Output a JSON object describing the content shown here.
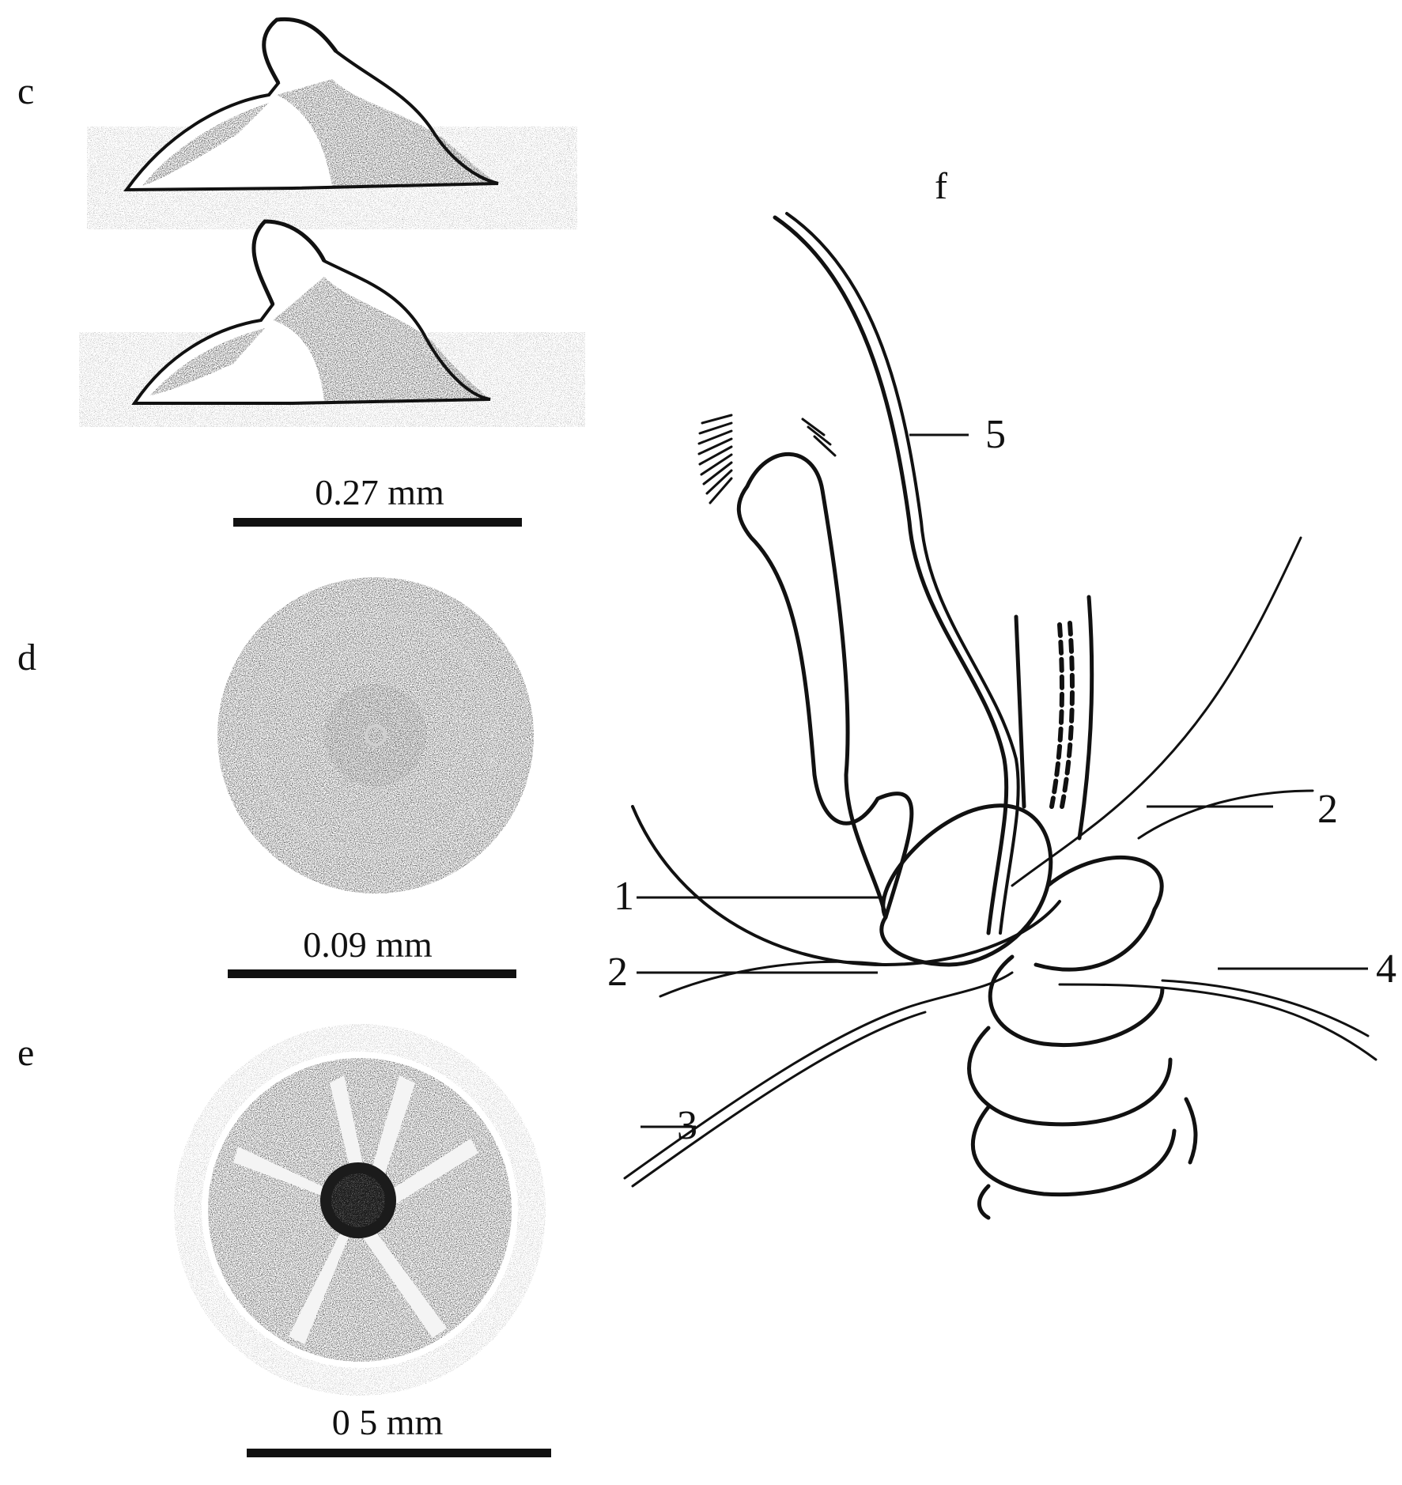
{
  "panels": {
    "c": {
      "letter": "c",
      "scale": "0.27 mm"
    },
    "d": {
      "letter": "d",
      "scale": "0.09 mm"
    },
    "e": {
      "letter": "e",
      "scale": "0 5 mm"
    },
    "f": {
      "letter": "f"
    }
  },
  "callouts": {
    "one": "1",
    "two_right": "2",
    "two_left": "2",
    "three": "3",
    "four": "4",
    "five": "5"
  }
}
